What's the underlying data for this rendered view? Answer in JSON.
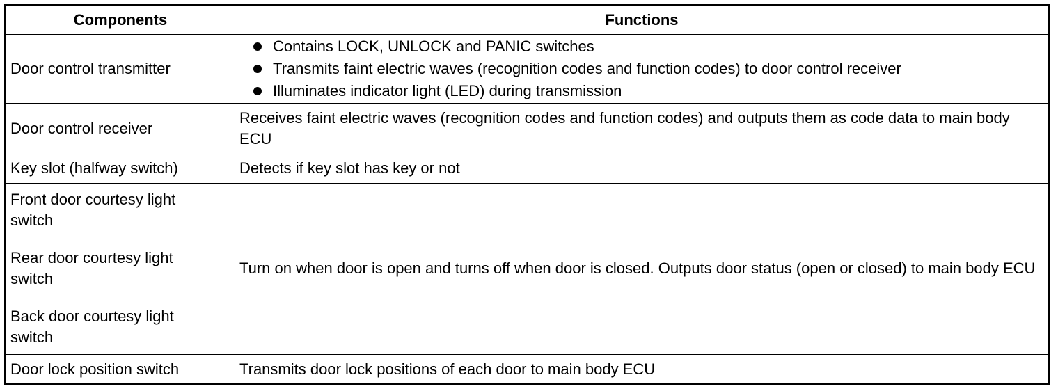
{
  "table": {
    "headers": {
      "components": "Components",
      "functions": "Functions"
    },
    "rows": [
      {
        "components": [
          "Door control transmitter"
        ],
        "functions_list": [
          "Contains LOCK, UNLOCK and PANIC switches",
          "Transmits faint electric waves (recognition codes and function codes) to door control receiver",
          "Illuminates indicator light (LED) during transmission"
        ]
      },
      {
        "components": [
          "Door control receiver"
        ],
        "function": "Receives faint electric waves (recognition codes and function codes) and outputs them as code data to main body ECU"
      },
      {
        "components": [
          "Key slot (halfway switch)"
        ],
        "function": "Detects if key slot has key or not"
      },
      {
        "components": [
          "Front door courtesy light switch",
          "Rear door courtesy light switch",
          "Back door courtesy light switch"
        ],
        "function": "Turn on when door is open and turns off when door is closed. Outputs door status (open or closed) to main body ECU"
      },
      {
        "components": [
          "Door lock position switch"
        ],
        "function": "Transmits door lock positions of each door to main body ECU"
      }
    ]
  }
}
